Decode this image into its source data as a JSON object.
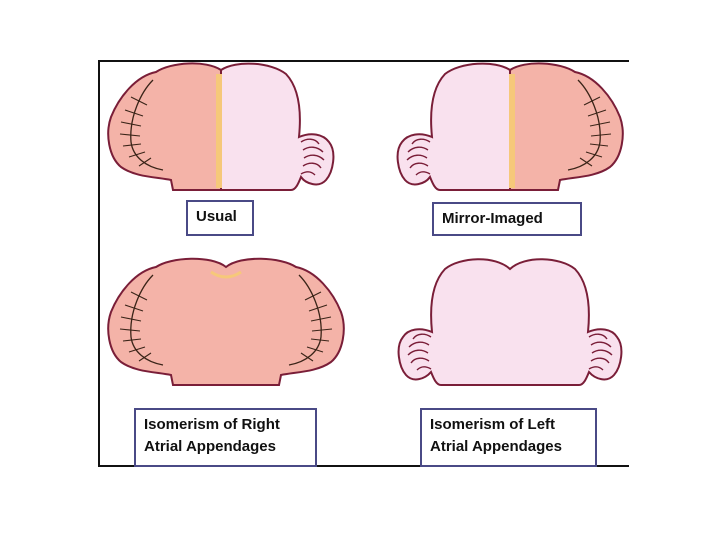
{
  "panels": [
    {
      "id": "usual",
      "label_lines": [
        "Usual"
      ],
      "left_appendage": "right-type",
      "right_appendage": "left-type"
    },
    {
      "id": "mirror",
      "label_lines": [
        "Mirror-Imaged"
      ],
      "left_appendage": "left-type",
      "right_appendage": "right-type"
    },
    {
      "id": "right-isomerism",
      "label_lines": [
        "Isomerism of Right",
        "Atrial Appendages"
      ],
      "left_appendage": "right-type",
      "right_appendage": "right-type"
    },
    {
      "id": "left-isomerism",
      "label_lines": [
        "Isomerism of Left",
        "Atrial Appendages"
      ],
      "left_appendage": "left-type",
      "right_appendage": "left-type"
    }
  ],
  "colors": {
    "right_atrium_fill": "#f4b3a8",
    "right_atrium_edge": "#f6c87a",
    "left_atrium_fill": "#f9e1ee",
    "outline": "#7a1e38",
    "pectinate": "#3a2418",
    "frame": "#111111",
    "label_border": "#4a4a86"
  }
}
